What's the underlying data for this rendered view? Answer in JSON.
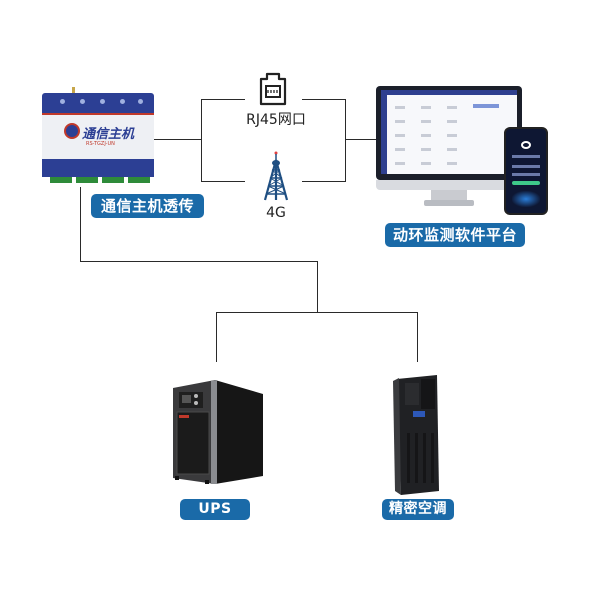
{
  "diagram": {
    "nodes": {
      "gateway": {
        "label": "通信主机透传",
        "device_brand": "通信主机",
        "device_model": "RS-TGZJ-UN"
      },
      "rj45": {
        "label": "RJ45网口",
        "icon": "ethernet-port-icon"
      },
      "cellular": {
        "label": "4G",
        "icon": "cell-tower-icon"
      },
      "platform": {
        "label": "动环监测软件平台",
        "icon": "monitor-and-phone-icon"
      },
      "ups": {
        "label": "UPS",
        "icon": "ups-cabinet-icon"
      },
      "ac": {
        "label": "精密空调",
        "icon": "precision-ac-cabinet-icon"
      }
    },
    "edges": [
      {
        "from": "gateway",
        "to": "platform",
        "via": "RJ45网口"
      },
      {
        "from": "gateway",
        "to": "platform",
        "via": "4G"
      },
      {
        "from": "gateway",
        "to": "ups"
      },
      {
        "from": "gateway",
        "to": "ac"
      }
    ],
    "colors": {
      "badge": "#1a6aa8",
      "badge_text": "#ffffff",
      "line": "#2a2a2a",
      "device_blue": "#2c3f94",
      "tower_blue": "#1f4f82"
    }
  }
}
